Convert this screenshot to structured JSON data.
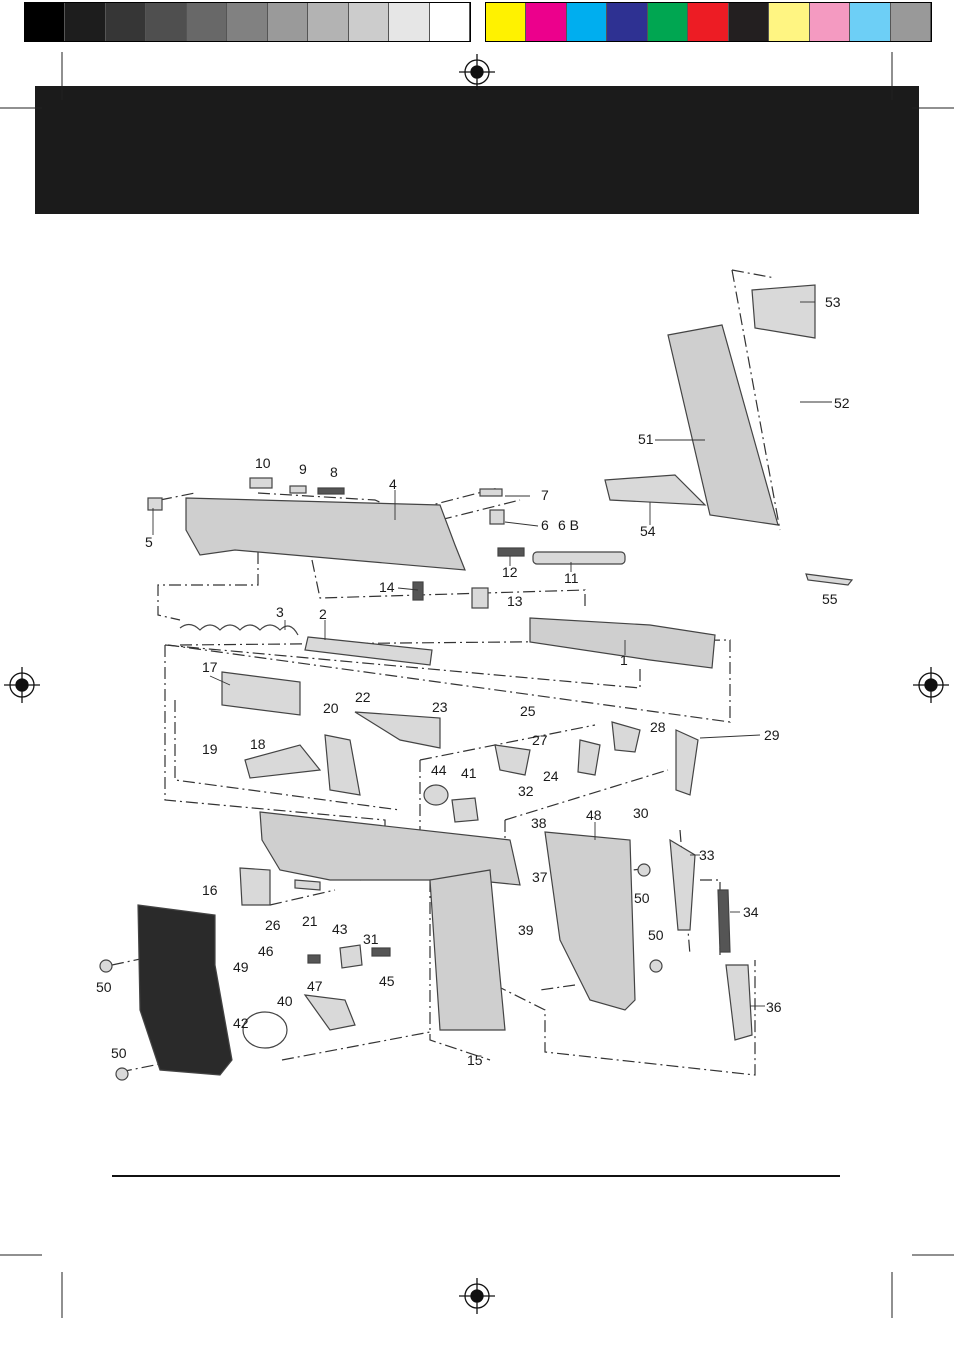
{
  "colorbar": {
    "grays": [
      "#000000",
      "#1d1d1d",
      "#363636",
      "#4f4f4f",
      "#686868",
      "#818181",
      "#9a9a9a",
      "#b3b3b3",
      "#cccccc",
      "#e6e6e6",
      "#ffffff"
    ],
    "colors": [
      "#fff200",
      "#ec008c",
      "#00aeef",
      "#2e3192",
      "#00a651",
      "#ed1c24",
      "#231f20",
      "#fff582",
      "#f49ac1",
      "#6dcff6",
      "#999999"
    ]
  },
  "header": {
    "color": "#1b1b1b"
  },
  "parts": {
    "p1": "1",
    "p2": "2",
    "p3": "3",
    "p4": "4",
    "p5": "5",
    "p6": "6",
    "p6b": "6 B",
    "p7": "7",
    "p8": "8",
    "p9": "9",
    "p10": "10",
    "p11": "11",
    "p12": "12",
    "p13": "13",
    "p14": "14",
    "p15": "15",
    "p16": "16",
    "p17": "17",
    "p18": "18",
    "p19": "19",
    "p20": "20",
    "p21": "21",
    "p22": "22",
    "p23": "23",
    "p24": "24",
    "p25": "25",
    "p26": "26",
    "p27": "27",
    "p28": "28",
    "p29": "29",
    "p30": "30",
    "p31": "31",
    "p32": "32",
    "p33": "33",
    "p34": "34",
    "p36": "36",
    "p37": "37",
    "p38": "38",
    "p39": "39",
    "p40": "40",
    "p41": "41",
    "p42": "42",
    "p43": "43",
    "p44": "44",
    "p45": "45",
    "p46": "46",
    "p47": "47",
    "p48": "48",
    "p49": "49",
    "p50a": "50",
    "p50b": "50",
    "p50c": "50",
    "p50d": "50",
    "p51": "51",
    "p52": "52",
    "p53": "53",
    "p54": "54",
    "p55": "55"
  }
}
